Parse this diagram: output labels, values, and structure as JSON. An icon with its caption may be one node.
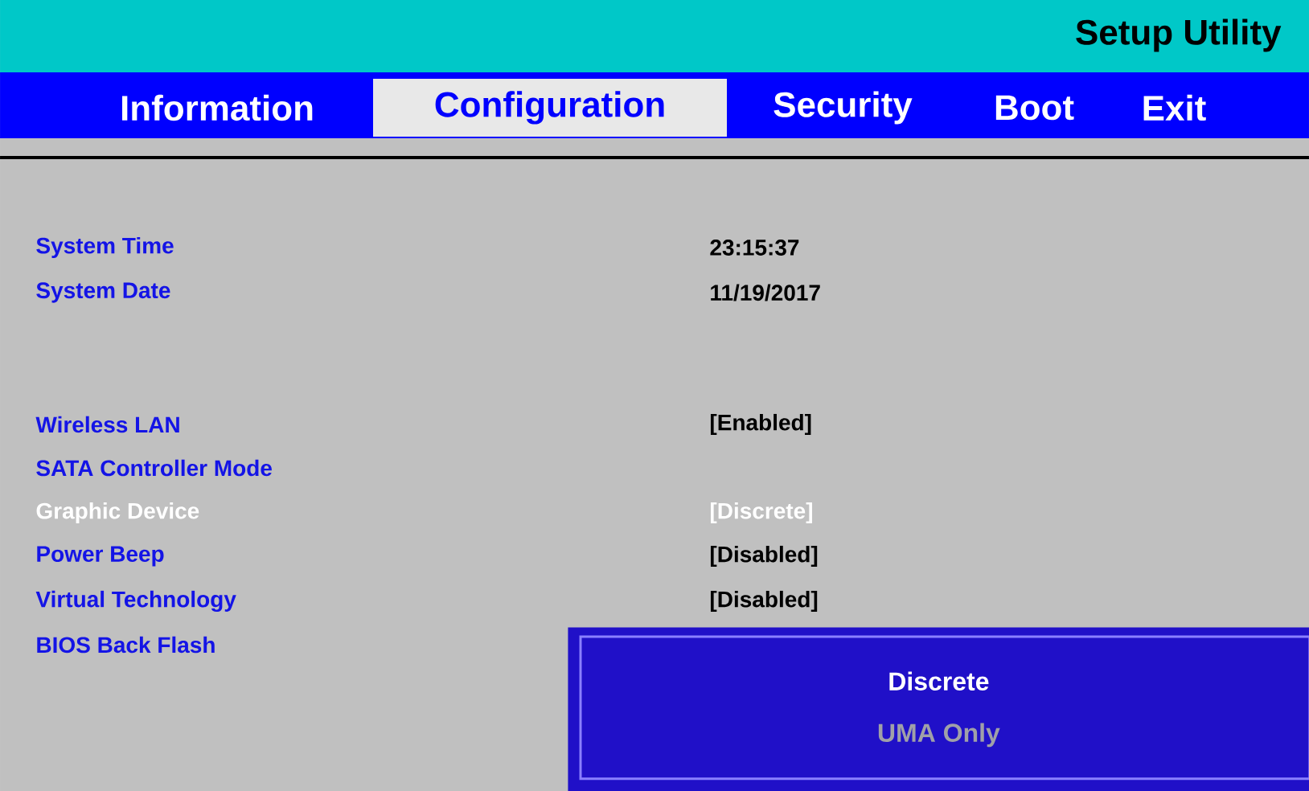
{
  "diagram": {
    "title": "Setup Utility",
    "nodes": [
      {
        "text": [
          "Discrete",
          "UMA Only"
        ]
      }
    ],
    "labels": [
      "Information",
      "Configuration",
      "Security",
      "Boot",
      "Exit",
      "System Time",
      "23:15:37",
      "System Date",
      "11/19/2017",
      "Wireless LAN",
      "[Enabled]",
      "SATA Controller Mode",
      "Graphic Device",
      "[Discrete]",
      "Power Beep",
      "[Disabled]",
      "Virtual Technology",
      "[Disabled]",
      "BIOS Back Flash"
    ]
  }
}
